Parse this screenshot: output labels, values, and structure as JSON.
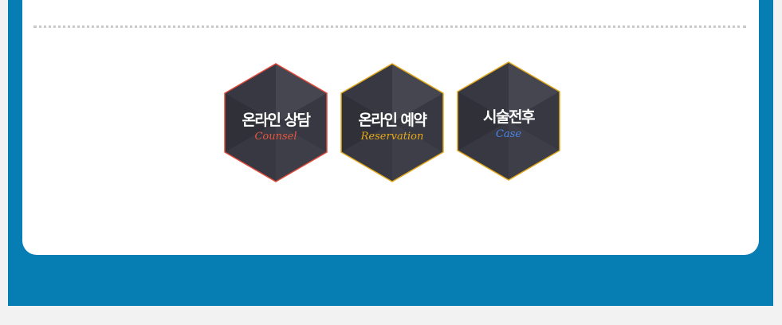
{
  "buttons": [
    {
      "title": "온라인 상담",
      "subtitle": "Counsel",
      "border_color": "#e04a3a",
      "subtitle_color": "#e8553f",
      "icon": "hexagon-icon"
    },
    {
      "title": "온라인 예약",
      "subtitle": "Reservation",
      "border_color": "#e2a81b",
      "subtitle_color": "#e6a816",
      "icon": "hexagon-icon"
    },
    {
      "title": "시술전후",
      "subtitle": "Case",
      "border_color": "#e2a81b",
      "subtitle_color": "#4a86e8",
      "icon": "hexagon-icon"
    }
  ],
  "colors": {
    "frame_blue": "#067db3",
    "panel_white": "#ffffff",
    "hex_fill_dark": "#373841",
    "hex_fill_light": "#4a4b55"
  }
}
